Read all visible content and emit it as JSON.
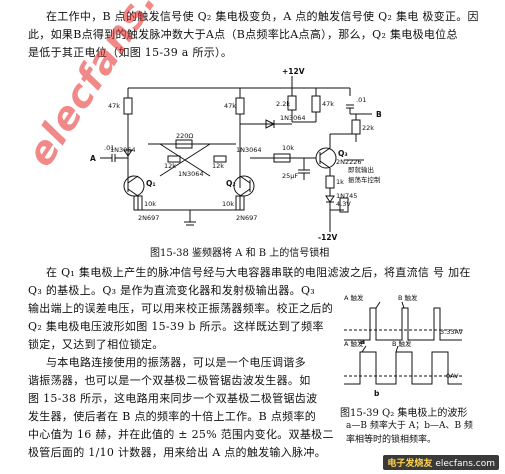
{
  "text": {
    "p1": [
      "在工作中，B 点的触发信号使 Q₂ 集电极变负，A 点的触发信号使 Q₂ 集电 极变正。因",
      "此，如果B点得到的触发脉冲数大于A点（B点频率比A点高），那么，Q₂ 集电极电位总",
      "是低于其正电位（如图 15-39 a 所示）。"
    ],
    "fig1_caption": "图15-38  鉴频器将 A 和 B 上的信号锁相",
    "p2_full": [
      "在 Q₁ 集电极上产生的脉冲信号经与大电容器串联的电阻滤波之后，将直流信 号 加在"
    ],
    "p2_narrow": [
      "Q₃ 的基极上。Q₃ 是作为直流变化器和发射极输出器。Q₃",
      "输出端上的误差电压，可以用来校正振荡器频率。校正之后的",
      "Q₂ 集电极电压波形如图 15-39 b 所示。这样既达到了频率",
      "锁定，又达到了相位锁定。",
      "与本电路连接使用的振荡器，可以是一个电压调谐多",
      "谐振荡器，也可以是一个双基极二极管锯齿波发生器。如",
      "图 15-38 所示，这电路用来同步一个双基极二极管锯齿波",
      "发生器，使后者在 B 点的频率的十倍上工作。B 点频率的",
      "中心值为 16 赫，并在此值的 ± 25% 范围内变化。双基极二",
      "极管后面的 1/10 计数器，用来给出 A 点的触发输入脉冲。"
    ],
    "fig2_caption_1": "图15-39  Q₂ 集电极上的波形",
    "fig2_caption_2": "a—B 频率大于 A；b—A、B 频",
    "fig2_caption_3": "率相等时的锁相频率。"
  },
  "schematic": {
    "supply_top": "+12V",
    "supply_bottom": "-12V",
    "r_47k_left": "47k",
    "r_47k_mid": "47k",
    "r_47k_right": "47k",
    "r_22k": "2.2k",
    "r_220": "220Ω",
    "r_12k_a": "12k",
    "r_12k_b": "12k",
    "r_10k_a": "10k",
    "r_10k_b": "10k",
    "r_10k_c": "10k",
    "r_1k": "1k",
    "r_22k_out": "22k",
    "d1": "1N3064",
    "d2": "1N3064",
    "d3": "1N3064",
    "d4": "1N3064",
    "d_zener": "1N745",
    "zener_v": "4.3V",
    "q1": "Q₁",
    "q1_type": "2N697",
    "q2": "Q₂",
    "q2_type": "2N697",
    "q3": "Q₃",
    "q3_type": "2N2226",
    "c1": ".01",
    "c2": ".01",
    "c3": "25μF",
    "node_a": "A",
    "node_b": "B",
    "out_note_1": "即就输出",
    "out_note_2": "振荡车控制"
  },
  "waveform": {
    "a_label": "A 触发",
    "b_label": "B 触发",
    "a_level": "3.33AV",
    "b_level": "0AV",
    "tag_a": "a",
    "tag_b": "b",
    "label_2a": "A 触发",
    "label_2b": "B 触发"
  },
  "watermark": "elecfans.com",
  "logo_text": "电子发烧友",
  "logo_sub": "elecfans.com"
}
